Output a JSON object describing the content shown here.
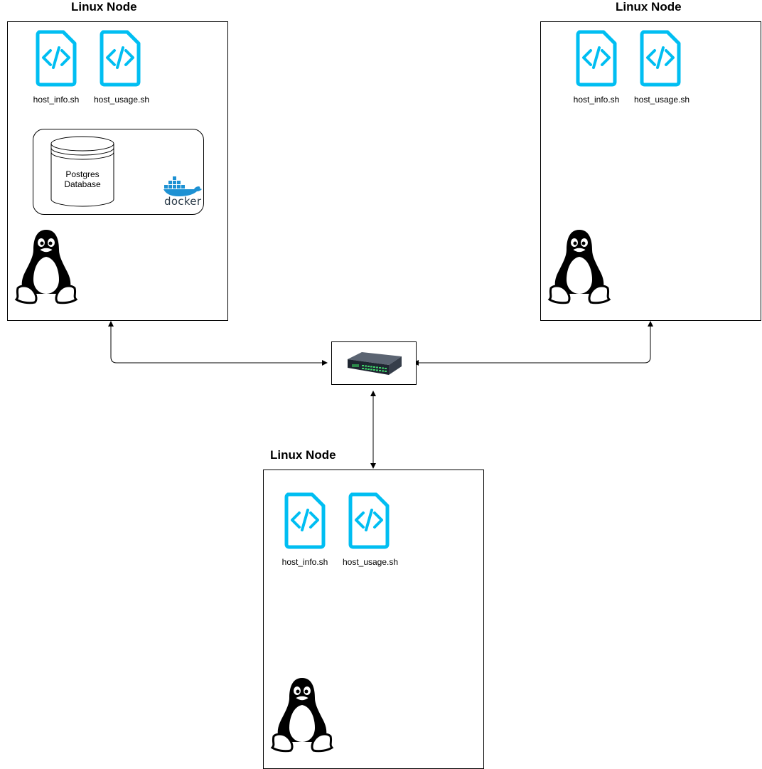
{
  "colors": {
    "script_icon": "#00bef2",
    "docker_blue": "#1d91d3",
    "line": "#000000"
  },
  "nodes": [
    {
      "title": "Linux Node",
      "scripts": [
        {
          "label": "host_info.sh",
          "icon": "code-file-icon"
        },
        {
          "label": "host_usage.sh",
          "icon": "code-file-icon"
        }
      ],
      "container": {
        "database_label_line1": "Postgres",
        "database_label_line2": "Database",
        "docker_wordmark": "docker"
      },
      "os_icon": "linux-tux-icon"
    },
    {
      "title": "Linux Node",
      "scripts": [
        {
          "label": "host_info.sh",
          "icon": "code-file-icon"
        },
        {
          "label": "host_usage.sh",
          "icon": "code-file-icon"
        }
      ],
      "os_icon": "linux-tux-icon"
    },
    {
      "title": "Linux Node",
      "scripts": [
        {
          "label": "host_info.sh",
          "icon": "code-file-icon"
        },
        {
          "label": "host_usage.sh",
          "icon": "code-file-icon"
        }
      ],
      "os_icon": "linux-tux-icon"
    }
  ],
  "switch": {
    "icon": "network-switch-icon"
  }
}
